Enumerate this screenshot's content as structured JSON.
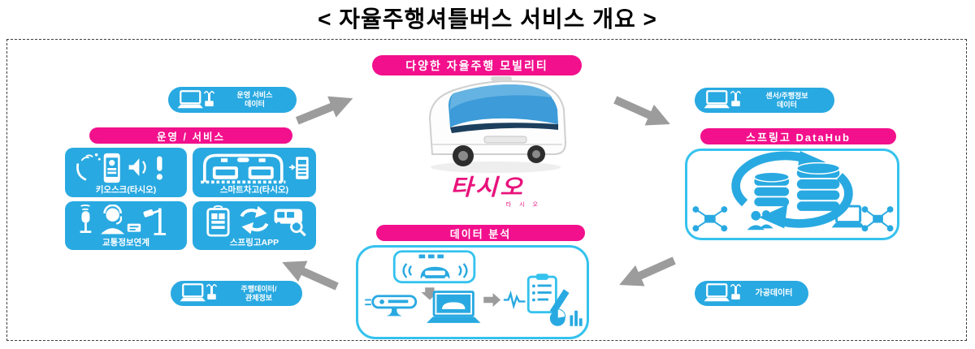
{
  "title": "< 자율주행셔틀버스 서비스 개요 >",
  "colors": {
    "pink": "#F2108C",
    "cyan": "#29A9E1",
    "cyan_border": "#35C2EE",
    "arrow_gray": "#9C9C9C",
    "logo_pink": "#E8127C"
  },
  "mobility": {
    "label": "다양한 자율주행 모빌리티"
  },
  "logo": {
    "name": "타시오",
    "tagline": "타 시 오"
  },
  "operation": {
    "label": "운영 / 서비스",
    "data_pill": {
      "line1": "운영 서비스",
      "line2": "데이터"
    },
    "boxes": [
      {
        "label": "키오스크(타시오)"
      },
      {
        "label": "스마트차고(타시오)"
      },
      {
        "label": "교통정보연계"
      },
      {
        "label": "스프링고APP"
      }
    ],
    "feedback_pill": {
      "line1": "주행데이터/",
      "line2": "관제정보"
    }
  },
  "datahub": {
    "label": "스프링고 DataHub",
    "data_pill": {
      "line1": "센서/주행정보",
      "line2": "데이터"
    },
    "output_pill": {
      "line1": "가공데이터"
    }
  },
  "analysis": {
    "label": "데이터 분석"
  },
  "icons": [
    "laptop-signal-icon",
    "gesture-icon",
    "smartphone-icon",
    "speaker-icon",
    "alert-icon",
    "garage-icon",
    "kiosk-device-icon",
    "mic-icon",
    "operator-headset-icon",
    "cctv-pole-icon",
    "app-phone-icon",
    "sync-arrows-icon",
    "bus-search-icon",
    "cycle-arrows-icon",
    "database-icon",
    "network-nodes-icon",
    "people-icon",
    "laptop-icon",
    "garage-car-signal-icon",
    "scanner-device-icon",
    "laptop-car-icon",
    "waveform-icon",
    "report-clipboard-icon",
    "pie-chart-icon",
    "bar-chart-icon",
    "shuttle-bus-image"
  ]
}
